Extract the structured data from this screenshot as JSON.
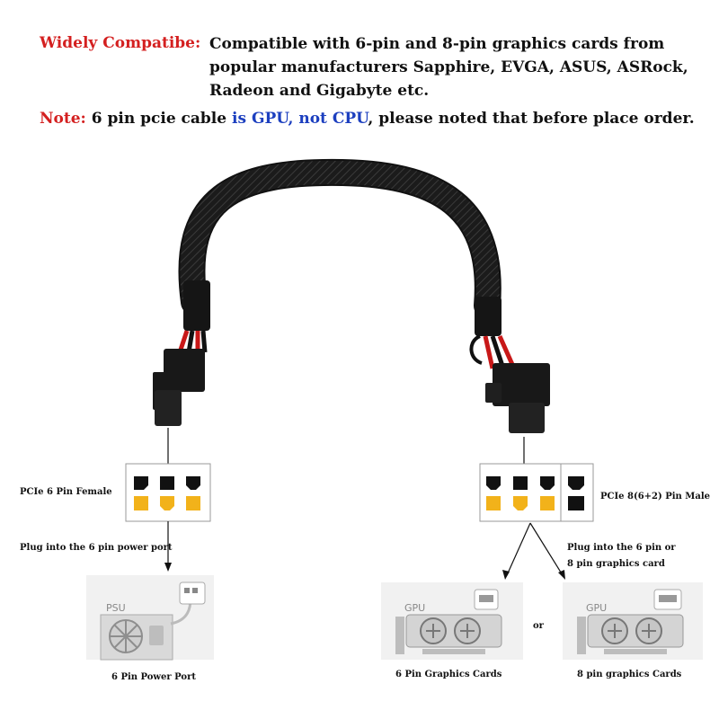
{
  "header": {
    "compat_label": "Widely Compatibe:",
    "compat_text": "Compatible with 6-pin and 8-pin graphics cards from popular manufacturers Sapphire, EVGA, ASUS, ASRock, Radeon and Gigabyte etc.",
    "note_label": "Note:",
    "note_text_1": " 6 pin pcie cable ",
    "note_text_blue": "is GPU, not CPU",
    "note_text_2": ", please noted that before place order."
  },
  "left": {
    "connector_label": "PCIe 6 Pin Female",
    "plug_text": "Plug into the 6 pin power port",
    "psu_label": "PSU",
    "caption": "6 Pin Power Port"
  },
  "right": {
    "connector_label": "PCIe 8(6+2) Pin Male",
    "plug_text_1": "Plug into the 6 pin or",
    "plug_text_2": "8 pin graphics card",
    "gpu_label_1": "GPU",
    "gpu_label_2": "GPU",
    "or_text": "or",
    "caption_1": "6 Pin Graphics Cards",
    "caption_2": "8 pin graphics Cards"
  },
  "colors": {
    "red_label": "#d42020",
    "blue_text": "#1c3fbf",
    "pin_yellow": "#f2b21a",
    "pin_black": "#111111",
    "cable": "#1b1b1b"
  }
}
